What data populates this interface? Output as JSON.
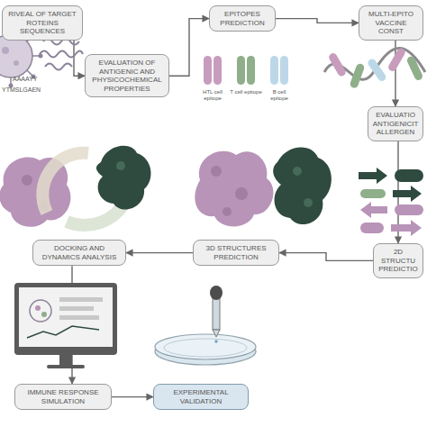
{
  "diagram": {
    "nodes": [
      {
        "text": [
          "RIVEAL OF TARGET ROTEINS SEQUENCES"
        ]
      },
      {
        "text": [
          "EVALUATION OF ANTIGENIC AND PHYSICOCHEMICAL PROPERTIES"
        ]
      },
      {
        "text": [
          "EPITOPES PREDICTION"
        ]
      },
      {
        "text": [
          "MULTI-EPITO VACCINE CONST"
        ]
      },
      {
        "text": [
          "EVALUATIO ANTIGENICIT ALLERGEN"
        ]
      },
      {
        "text": [
          "2D STRUCTU PREDICTIO"
        ]
      },
      {
        "text": [
          "3D STRUCTURES PREDICTION"
        ]
      },
      {
        "text": [
          "DOCKING AND DYNAMICS ANALYSIS"
        ]
      },
      {
        "text": [
          "IMMUNE RESPONSE SIMULATION"
        ]
      },
      {
        "text": [
          "EXPERIMENTAL VALIDATION"
        ]
      }
    ],
    "edges": [
      {
        "from": 0,
        "to": 1,
        "arrow": "to"
      },
      {
        "from": 1,
        "to": 2,
        "arrow": "to"
      },
      {
        "from": 2,
        "to": 3,
        "arrow": "to"
      },
      {
        "from": 3,
        "to": 4,
        "arrow": "to"
      },
      {
        "from": 4,
        "to": 5,
        "arrow": "to"
      },
      {
        "from": 5,
        "to": 6,
        "arrow": "to"
      },
      {
        "from": 6,
        "to": 7,
        "arrow": "to"
      },
      {
        "from": 7,
        "to": 8,
        "arrow": "to"
      },
      {
        "from": 8,
        "to": 9,
        "arrow": "to"
      }
    ],
    "labels": [
      "AAAAYY",
      "YTMSLGAEN",
      "HTL cell epitope",
      "T cell epitope",
      "B cell epitope"
    ]
  }
}
